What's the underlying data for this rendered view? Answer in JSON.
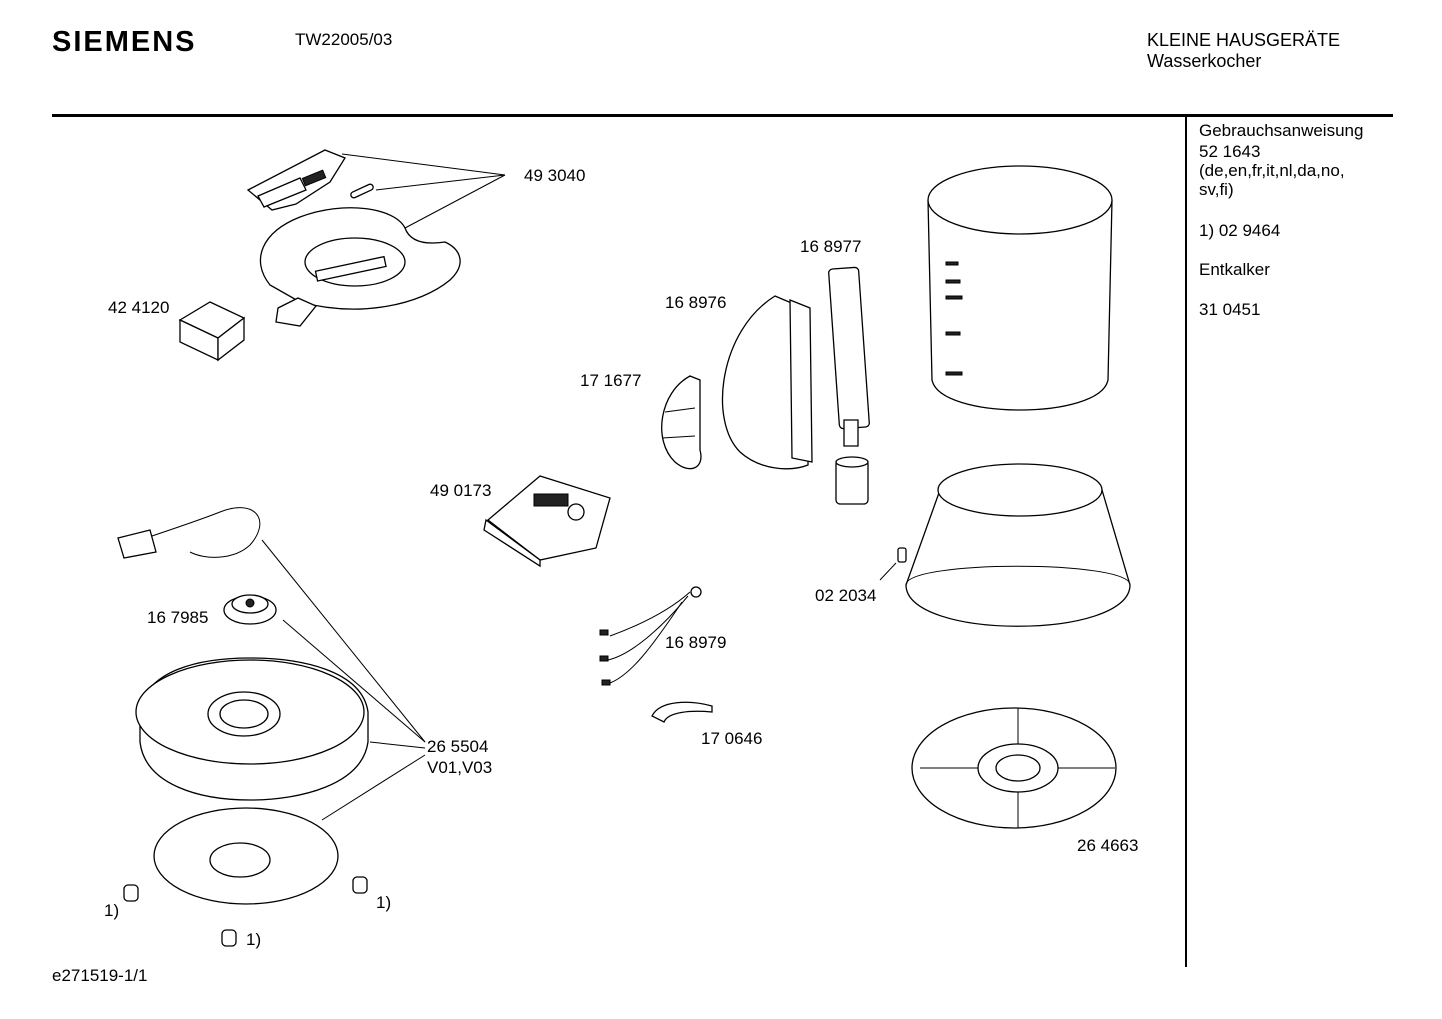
{
  "header": {
    "brand": "SIEMENS",
    "model": "TW22005/03",
    "category": "KLEINE HAUSGERÄTE",
    "subcategory": "Wasserkocher"
  },
  "sidebar": {
    "manual_label": "Gebrauchsanweisung",
    "manual_number": "52 1643",
    "manual_languages_1": "(de,en,fr,it,nl,da,no,",
    "manual_languages_2": "sv,fi)",
    "note_1": "1)  02 9464",
    "descaler_label": "Entkalker",
    "descaler_number": "31 0451"
  },
  "parts": {
    "p493040": "49 3040",
    "p424120": "42 4120",
    "p168977": "16 8977",
    "p168976": "16 8976",
    "p171677": "17 1677",
    "p490173": "49 0173",
    "p022034": "02 2034",
    "p167985": "16 7985",
    "p168979": "16 8979",
    "p170646": "17 0646",
    "p265504": "26 5504",
    "p265504_variants": "V01,V03",
    "p264663": "26 4663",
    "foot_a": "1)",
    "foot_b": "1)",
    "foot_c": "1)"
  },
  "footer": {
    "doc_id": "e271519-1/1"
  }
}
